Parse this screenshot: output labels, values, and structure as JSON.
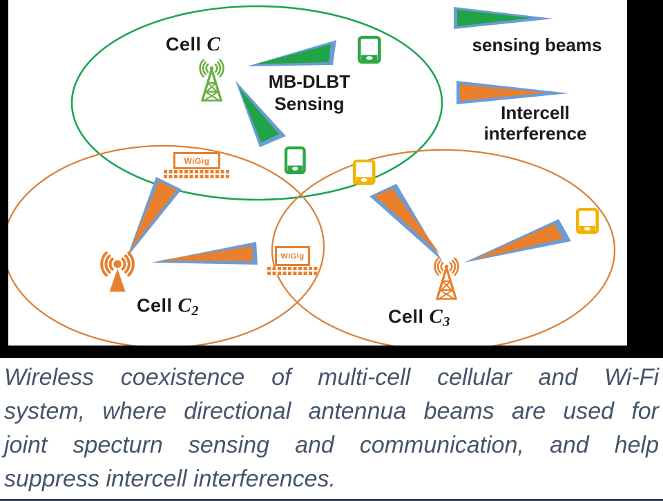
{
  "colors": {
    "beam_blue": "#6B9CD6",
    "beam_green": "#21A347",
    "beam_orange": "#E8802D",
    "ellipse_green": "#1CA553",
    "ellipse_orange": "#D9823B",
    "tower_green": "#6BAE44",
    "tower_orange": "#E8802D",
    "antenna_orange": "#E8802D",
    "phone_green": "#2EA844",
    "phone_yellow": "#F0B400",
    "label_black": "#1A1A1A",
    "caption_text": "#44546A"
  },
  "cells": {
    "c": {
      "name": "Cell",
      "symbol": "C",
      "sub": ""
    },
    "c2": {
      "name": "Cell",
      "symbol": "C",
      "sub": "2"
    },
    "c3": {
      "name": "Cell",
      "symbol": "C",
      "sub": "3"
    }
  },
  "annotation": {
    "line1": "MB-DLBT",
    "line2": "Sensing"
  },
  "legend": {
    "sensing_label": "sensing beams",
    "interference_line1": "Intercell",
    "interference_line2": "interference"
  },
  "devices": {
    "wigig_label": "WiGig"
  },
  "caption": {
    "lines": [
      "Wireless coexistence of  multi-cell cellular and Wi-Fi",
      "system, where directional antennua beams are used for",
      "joint specturn sensing and communication, and help",
      "suppress intercell interferences."
    ]
  }
}
